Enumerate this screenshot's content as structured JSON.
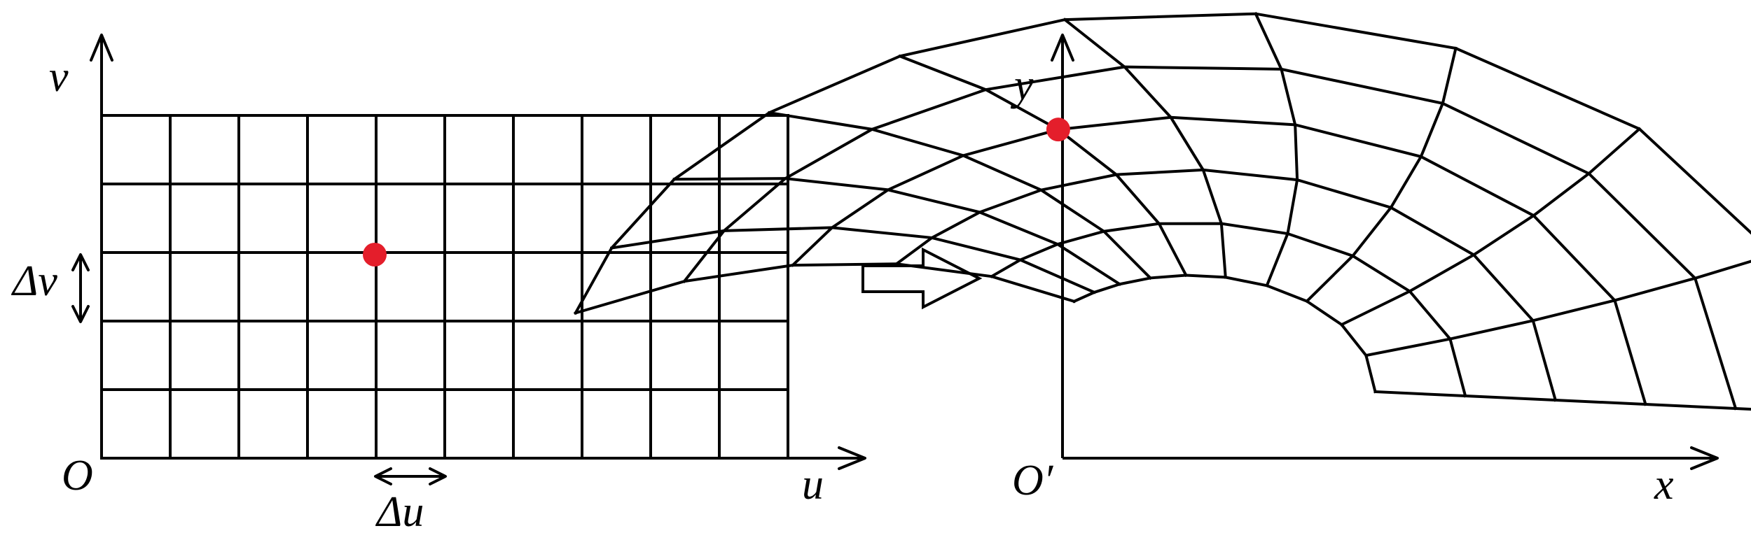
{
  "left_panel": {
    "origin_label": "O",
    "x_axis_label": "u",
    "y_axis_label": "v",
    "du_label": "Δu",
    "dv_label": "Δv",
    "grid": {
      "columns": 10,
      "rows": 5
    },
    "highlight_point": {
      "column": 4,
      "row": 3
    }
  },
  "transform_arrow": {
    "icon": "right-arrow-icon"
  },
  "right_panel": {
    "origin_label": "O′",
    "x_axis_label": "x",
    "y_axis_label": "y",
    "highlight_point": {
      "column": 4,
      "row": 3
    }
  },
  "colors": {
    "highlight": "#e41e2b",
    "line": "#000000"
  }
}
